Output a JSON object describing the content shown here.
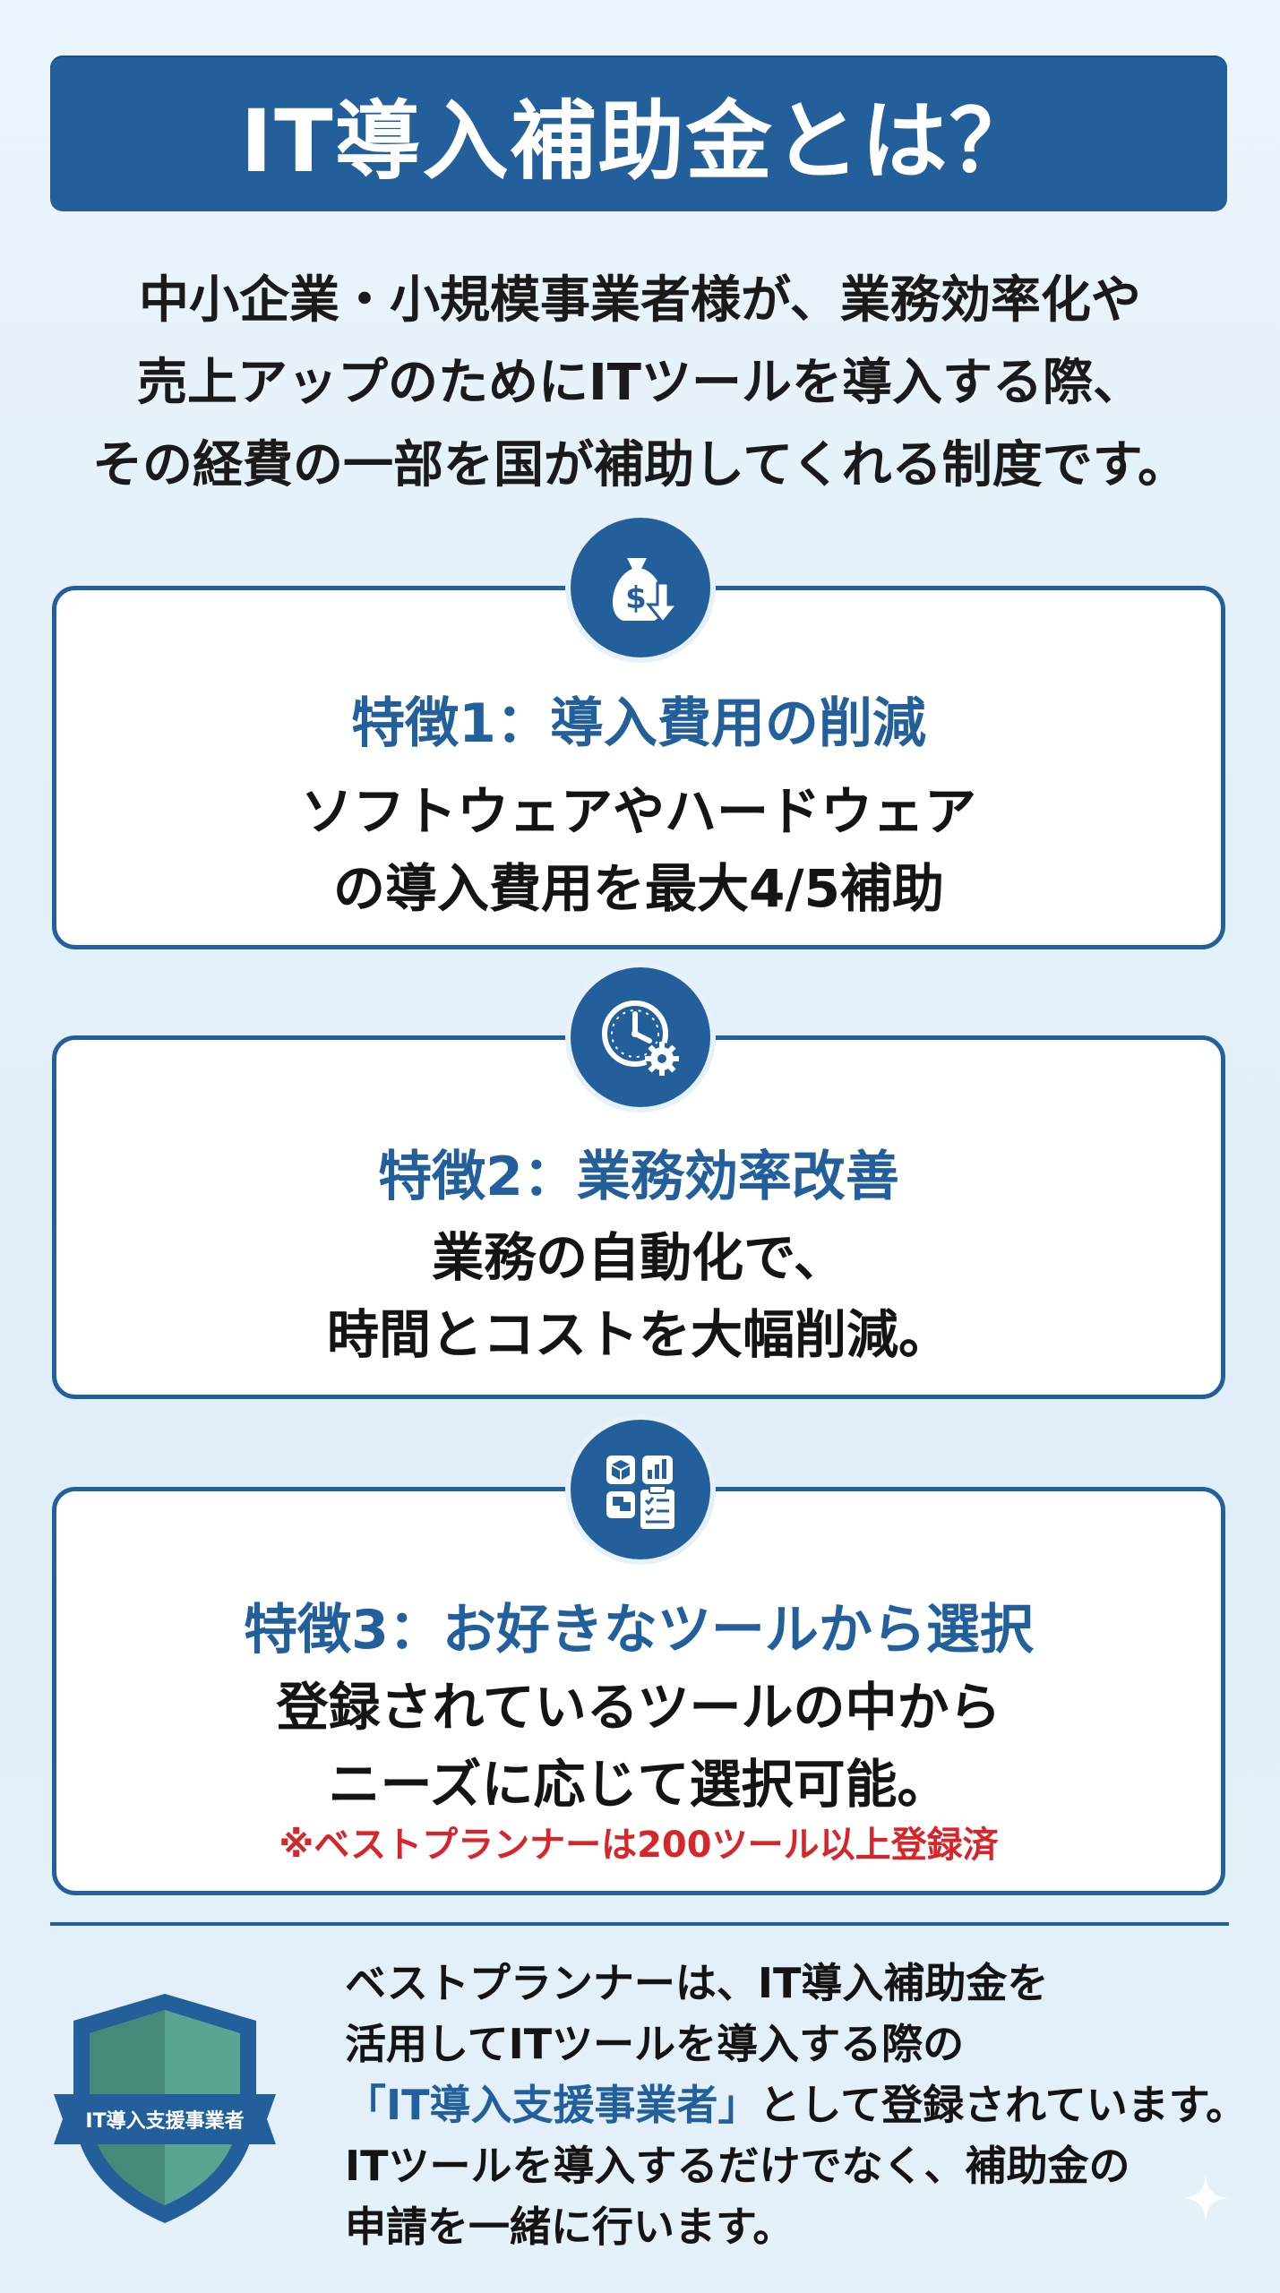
{
  "title": "IT導入補助金とは？",
  "intro": {
    "lines": [
      "中小企業・小規模事業者様が、業務効率化や",
      "売上アップのためにITツールを導入する際、",
      "その経費の一部を国が補助してくれる制度です。"
    ]
  },
  "features": [
    {
      "icon": "money-bag-icon",
      "heading": "特徴1：導入費用の削減",
      "body": [
        "ソフトウェアやハードウェア",
        "の導入費用を最大4/5補助"
      ]
    },
    {
      "icon": "clock-gear-icon",
      "heading": "特徴2：業務効率改善",
      "body": [
        "業務の自動化で、",
        "時間とコストを大幅削減。"
      ]
    },
    {
      "icon": "tools-icon",
      "heading": "特徴3：お好きなツールから選択",
      "body": [
        "登録されているツールの中から",
        "ニーズに応じて選択可能。"
      ],
      "note": "※ベストプランナーは200ツール以上登録済"
    }
  ],
  "badge": {
    "label": "IT導入支援事業者"
  },
  "bottom": {
    "line1": "ベストプランナーは、IT導入補助金を",
    "line2": "活用してITツールを導入する際の",
    "line3_highlight": "「IT導入支援事業者」",
    "line3_rest": "として登録されています。",
    "line4": "ITツールを導入するだけでなく、補助金の",
    "line5": "申請を一緒に行います。"
  },
  "colors": {
    "brand_blue": "#23609b",
    "note_red": "#d6262c",
    "shield_green": "#4f9a86",
    "background": "#e6f1f9"
  }
}
